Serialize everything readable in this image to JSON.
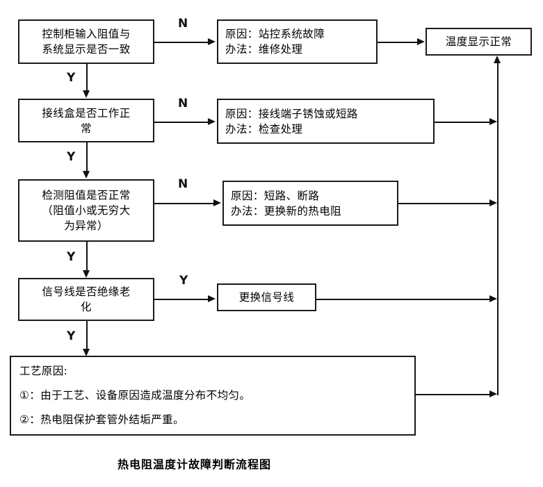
{
  "diagram": {
    "caption": "热电阻温度计故障判断流程图",
    "decisions": [
      {
        "id": "d1",
        "lines": [
          "控制柜输入阻值与",
          "系统显示是否一致"
        ]
      },
      {
        "id": "d2",
        "lines": [
          "接线盒是否工作正",
          "常"
        ]
      },
      {
        "id": "d3",
        "lines": [
          "检测阻值是否正常",
          "（阻值小或无穷大",
          "为异常）"
        ]
      },
      {
        "id": "d4",
        "lines": [
          "信号线是否绝缘老",
          "化"
        ]
      }
    ],
    "actions": [
      {
        "id": "a1",
        "lines": [
          "原因：站控系统故障",
          "办法：维修处理"
        ]
      },
      {
        "id": "a2",
        "lines": [
          "原因：接线端子锈蚀或短路",
          "办法：检查处理"
        ]
      },
      {
        "id": "a3",
        "lines": [
          "原因：短路、断路",
          "办法：更换新的热电阻"
        ]
      },
      {
        "id": "a4",
        "lines": [
          "更换信号线"
        ]
      }
    ],
    "process_box": {
      "id": "p1",
      "lines": [
        "工艺原因:",
        "①：由于工艺、设备原因造成温度分布不均匀。",
        "②：热电阻保护套管外结垢严重。"
      ]
    },
    "terminal": {
      "id": "t1",
      "label": "温度显示正常"
    },
    "edge_labels": {
      "n1": "N",
      "n2": "N",
      "n3": "N",
      "y_branch4": "Y",
      "y1": "Y",
      "y2": "Y",
      "y3": "Y",
      "y4": "Y"
    },
    "colors": {
      "line": "#111111",
      "box_border": "#1a1a1a",
      "background": "#ffffff",
      "text": "#000000"
    }
  }
}
